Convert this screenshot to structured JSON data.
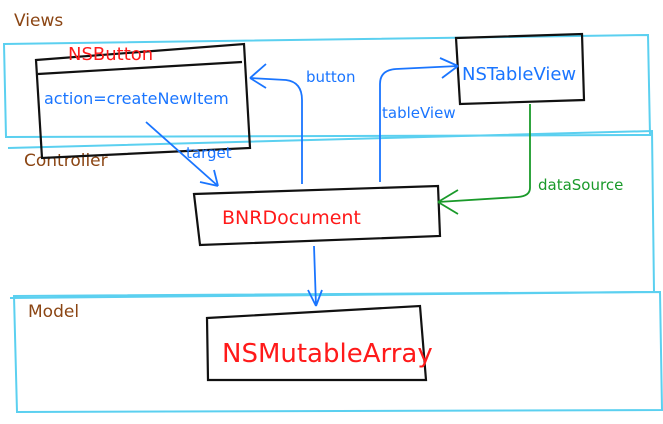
{
  "layers": {
    "views": "Views",
    "controller": "Controller",
    "model": "Model"
  },
  "classes": {
    "button": {
      "name": "NSButton",
      "property": "action=createNewItem"
    },
    "table_view": {
      "name": "NSTableView"
    },
    "document": {
      "name": "BNRDocument"
    },
    "array": {
      "name": "NSMutableArray"
    }
  },
  "connections": {
    "target": "target",
    "button": "button",
    "table_view": "tableView",
    "data_source": "dataSource"
  },
  "colors": {
    "layer": "#8b4513",
    "class": "#ff1a1a",
    "outlet": "#1a75ff",
    "data_source": "#1a9a2a",
    "band": "#5bd0f0"
  }
}
